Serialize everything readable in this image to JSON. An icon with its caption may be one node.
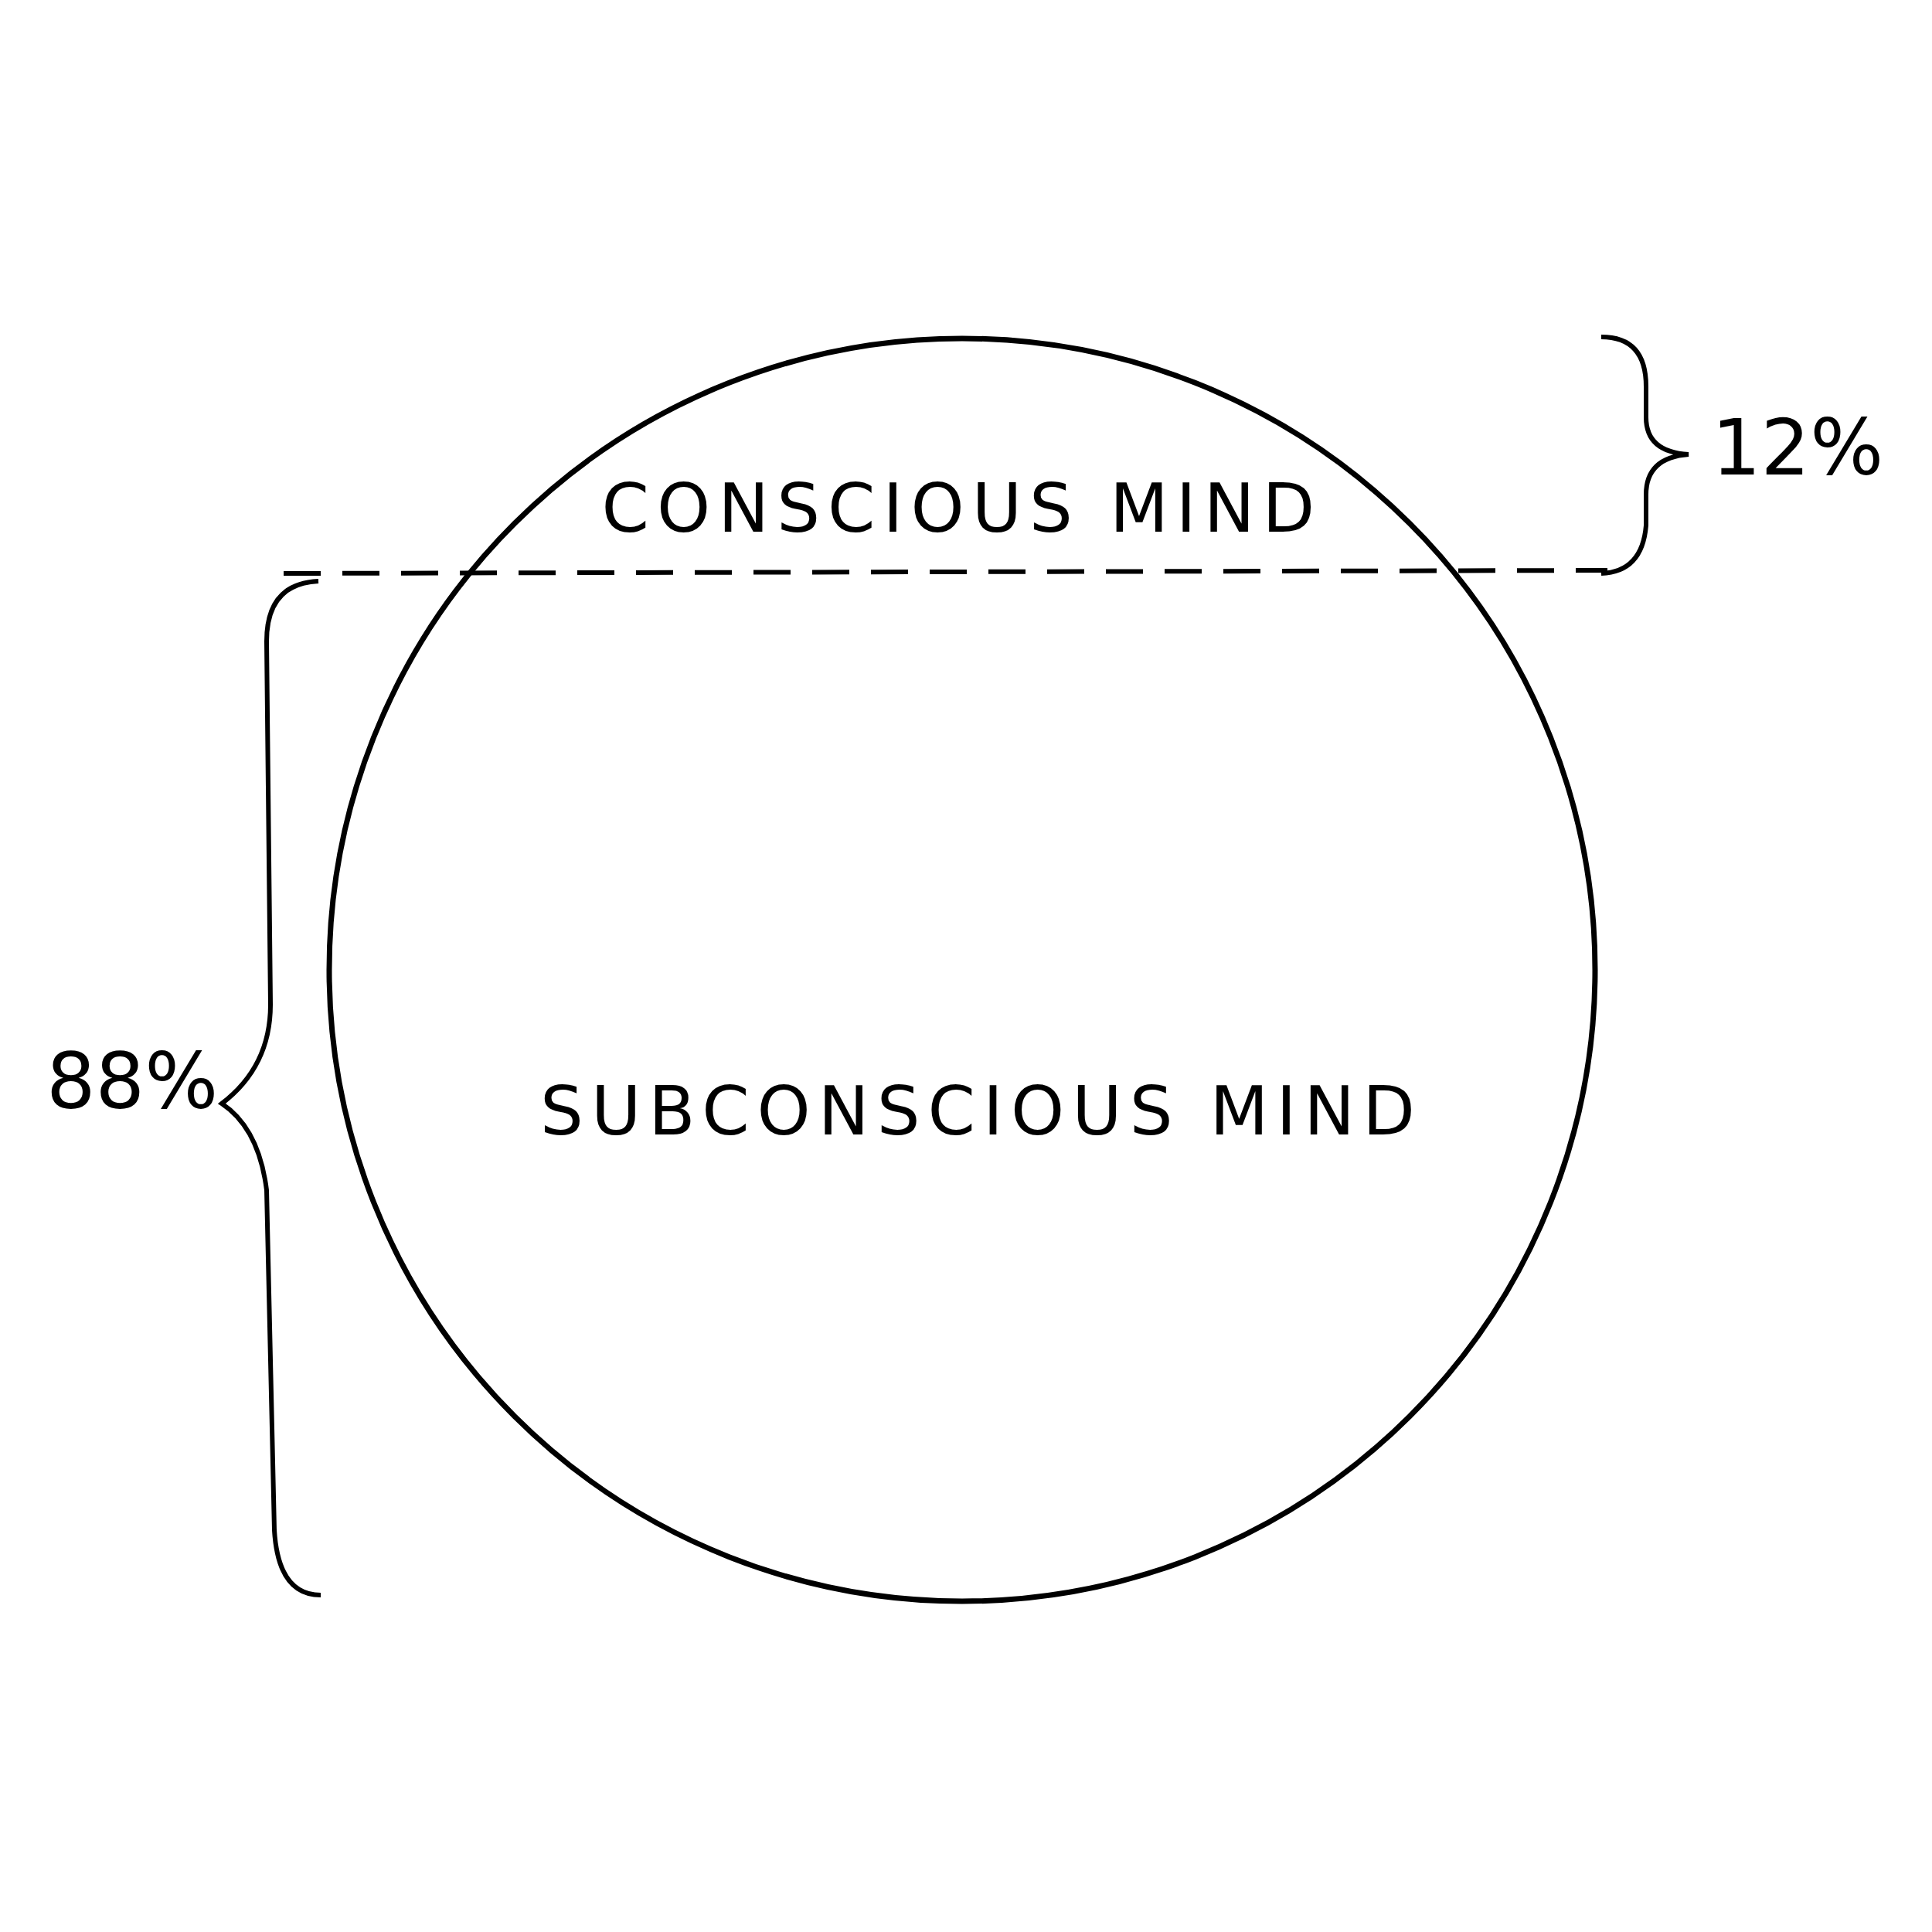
{
  "diagram": {
    "nodes": [
      {
        "text": [
          "CONSCIOUS MIND",
          "SUBCONSCIOUS MIND"
        ]
      }
    ],
    "edges": [],
    "labels": [
      "12%",
      "88%"
    ]
  }
}
